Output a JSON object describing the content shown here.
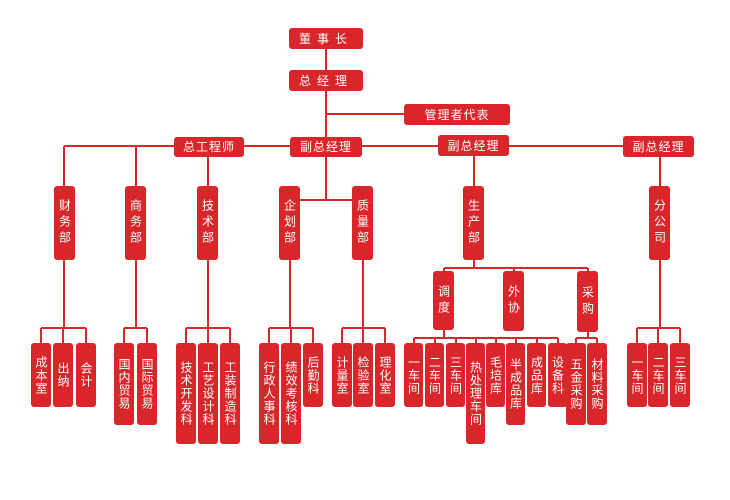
{
  "chairman": "董事长",
  "general_manager": "总经理",
  "management_rep": "管理者代表",
  "chief_engineer": "总工程师",
  "deputy_gm_1": "副总经理",
  "deputy_gm_2": "副总经理",
  "deputy_gm_3": "副总经理",
  "departments": {
    "finance": "财务部",
    "commerce": "商务部",
    "technology": "技术部",
    "planning": "企划部",
    "quality": "质量部",
    "production": "生产部",
    "branch": "分公司"
  },
  "production_sections": {
    "dispatch": "调度",
    "outsourcing": "外协",
    "procurement": "采购"
  },
  "units": {
    "cost_office": "成本室",
    "cashier": "出纳",
    "accounting": "会计",
    "domestic_trade": "国内贸易",
    "intl_trade": "国际贸易",
    "tech_dev": "技术开发科",
    "process_design": "工艺设计科",
    "tooling": "工装制造科",
    "admin_hr": "行政人事科",
    "performance": "绩效考核科",
    "logistics": "后勤科",
    "metrology": "计量室",
    "inspection": "检验室",
    "chem_lab": "理化室",
    "ws1": "一车间",
    "ws2": "二车间",
    "ws3": "三车间",
    "heat_ws": "热处理车间",
    "blank_store": "毛培库",
    "semi_store": "半成品库",
    "finished_store": "成品库",
    "equip": "设备科",
    "hardware_proc": "五金采购",
    "material_proc": "材料采购",
    "branch_ws1": "一车间",
    "branch_ws2": "二车间",
    "branch_ws3": "三车间"
  },
  "colors": {
    "box": "#d9262b",
    "line": "#d9262b",
    "text": "#ffffff"
  }
}
